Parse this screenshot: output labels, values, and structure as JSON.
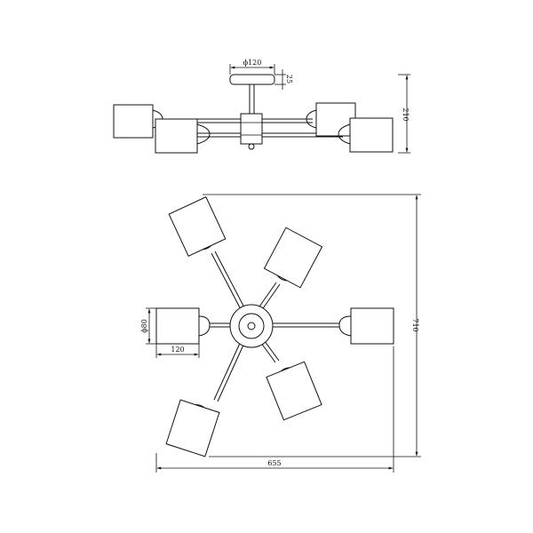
{
  "drawing": {
    "dimensions": {
      "canopy_diameter": "ϕ120",
      "canopy_height": "25",
      "total_height": "210",
      "shade_diameter": "ϕ80",
      "shade_length": "120",
      "overall_width": "655",
      "overall_depth": "710"
    }
  }
}
